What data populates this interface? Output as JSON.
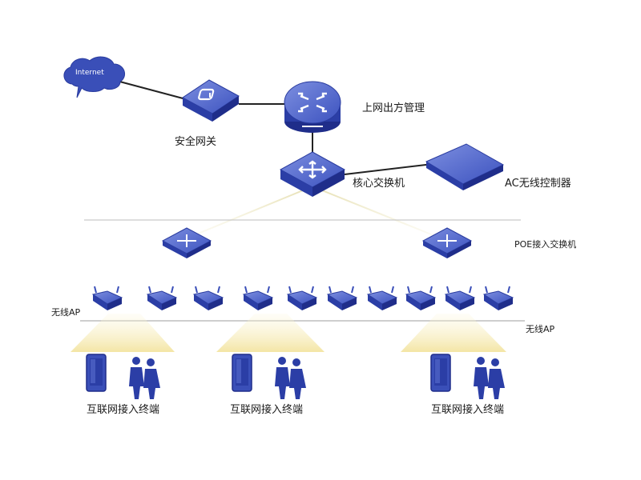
{
  "colors": {
    "device_blue": "#3a4fb8",
    "device_dark": "#1f2d8a",
    "device_light": "#6f80d6",
    "beam": "#f3e6a6",
    "line": "#222222",
    "divider": "#bdbdbd"
  },
  "cloud": {
    "label": "Internet",
    "icon": "cloud-icon"
  },
  "security_gateway": {
    "label": "安全网关",
    "icon": "firewall-icon"
  },
  "egress_router": {
    "label": "上网出方管理",
    "icon": "router-icon"
  },
  "core_switch": {
    "label": "核心交换机",
    "icon": "switch-icon"
  },
  "ac_controller": {
    "label": "AC无线控制器",
    "icon": "controller-icon"
  },
  "poe_switch": {
    "label": "POE接入交换机",
    "icon": "switch-icon"
  },
  "wired_label": "无线AP",
  "wireless_label": "无线AP",
  "terminal_groups": [
    {
      "label": "互联网接入终端",
      "icon": "user-terminal-icon"
    },
    {
      "label": "互联网接入终端",
      "icon": "user-terminal-icon"
    },
    {
      "label": "互联网接入终端",
      "icon": "user-terminal-icon"
    }
  ],
  "ap_count_label": "",
  "access_points": [
    {
      "icon": "access-point-icon"
    },
    {
      "icon": "access-point-icon"
    },
    {
      "icon": "access-point-icon"
    },
    {
      "icon": "access-point-icon"
    },
    {
      "icon": "access-point-icon"
    },
    {
      "icon": "access-point-icon"
    },
    {
      "icon": "access-point-icon"
    },
    {
      "icon": "access-point-icon"
    },
    {
      "icon": "access-point-icon"
    },
    {
      "icon": "access-point-icon"
    }
  ]
}
